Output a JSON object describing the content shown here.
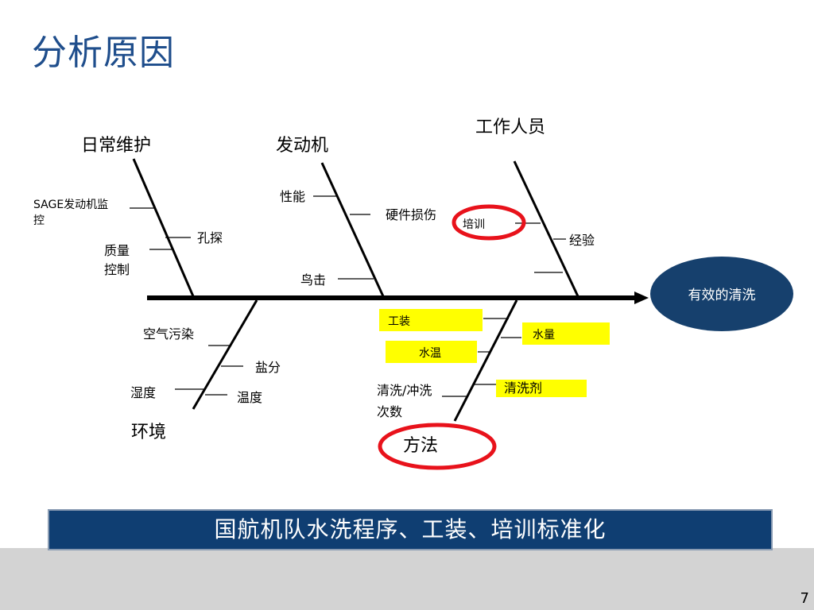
{
  "slide": {
    "title": "分析原因",
    "banner": "国航机队水洗程序、工装、培训标准化",
    "page_number": "7"
  },
  "diagram": {
    "effect": "有效的清洗",
    "categories": {
      "maintenance": {
        "label": "日常维护",
        "causes": {
          "sage_line1": "SAGE发动机监",
          "sage_line2": "控",
          "borescope": "孔探",
          "qc_line1": "质量",
          "qc_line2": "控制"
        }
      },
      "engine": {
        "label": "发动机",
        "causes": {
          "performance": "性能",
          "hardware_damage": "硬件损伤",
          "bird_strike": "鸟击"
        }
      },
      "staff": {
        "label": "工作人员",
        "causes": {
          "training": "培训",
          "experience": "经验"
        }
      },
      "environment": {
        "label": "环境",
        "causes": {
          "air_pollution": "空气污染",
          "salt": "盐分",
          "humidity": "湿度",
          "temperature": "温度"
        }
      },
      "method": {
        "label": "方法",
        "causes": {
          "tooling": "工装",
          "water_volume": "水量",
          "water_temp": "水温",
          "wash_count_line1": "清洗/冲洗",
          "wash_count_line2": "次数",
          "detergent": "清洗剂"
        }
      }
    },
    "colors": {
      "highlight": "#ffff00",
      "circle": "#e8121b",
      "effect_fill": "#16406d",
      "title": "#1f4e8c",
      "banner": "#0f3e72"
    }
  }
}
